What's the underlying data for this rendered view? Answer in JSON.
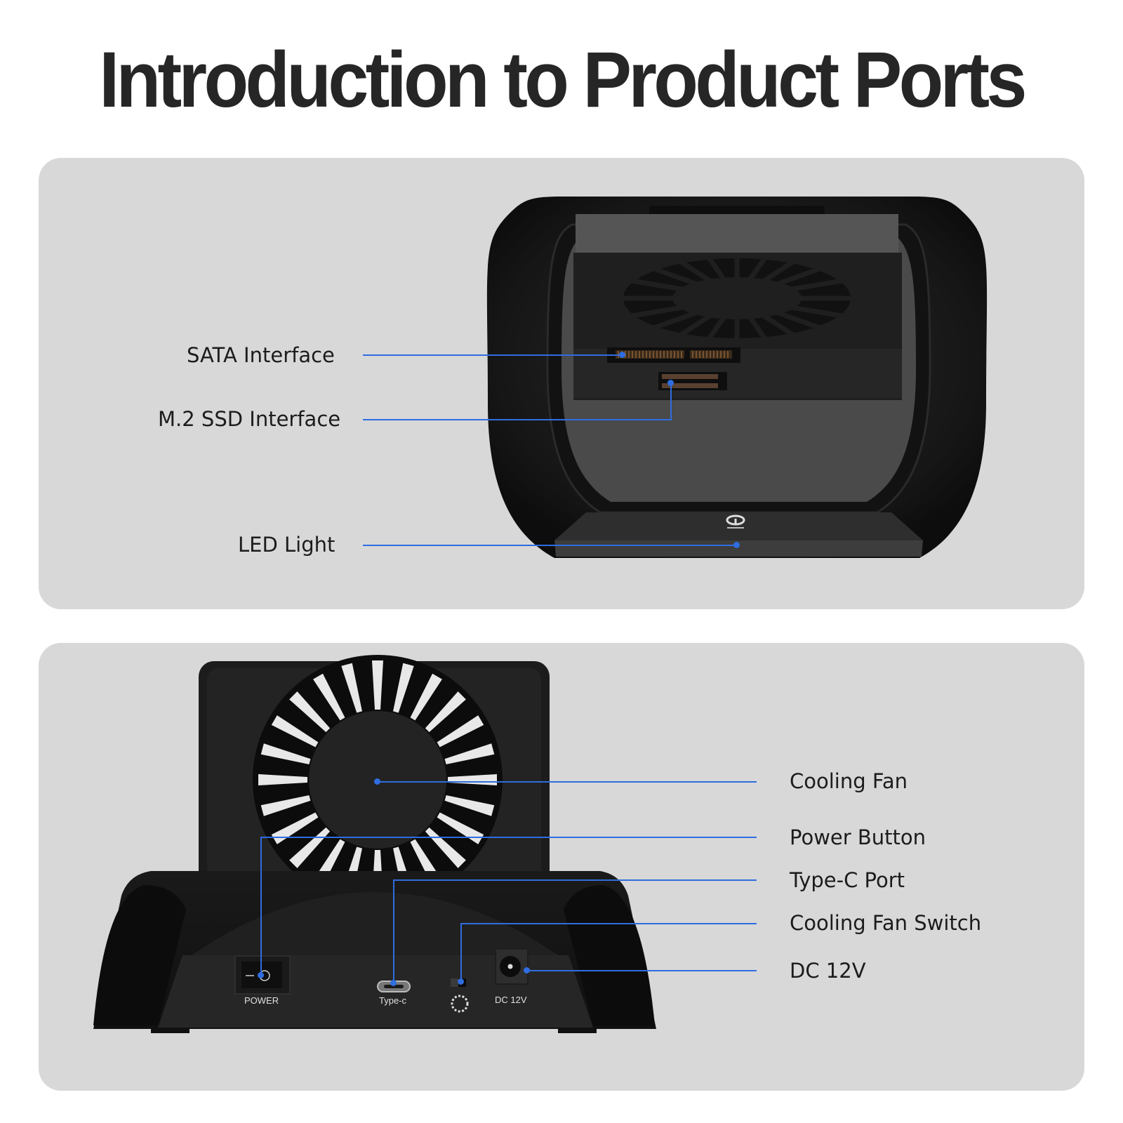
{
  "page": {
    "title": "Introduction to Product Ports"
  },
  "colors": {
    "background": "#ffffff",
    "panel": "#d8d8d8",
    "leader_line": "#2f6de0",
    "title_text": "#262626",
    "label_text": "#1c1c1c",
    "device_body": "#1a1a1a"
  },
  "top_view": {
    "callouts": [
      {
        "label": "SATA Interface",
        "target": "sata-connector"
      },
      {
        "label": "M.2 SSD Interface",
        "target": "m2-connector"
      },
      {
        "label": "LED Light",
        "target": "led-indicator"
      }
    ]
  },
  "rear_view": {
    "callouts": [
      {
        "label": "Cooling Fan",
        "target": "cooling-fan"
      },
      {
        "label": "Power Button",
        "target": "power-switch"
      },
      {
        "label": "Type-C Port",
        "target": "type-c-port"
      },
      {
        "label": "Cooling Fan Switch",
        "target": "fan-switch"
      },
      {
        "label": "DC 12V",
        "target": "dc-jack"
      }
    ],
    "device_markings": {
      "power": "POWER",
      "type_c": "Type-c",
      "dc": "DC 12V"
    }
  }
}
